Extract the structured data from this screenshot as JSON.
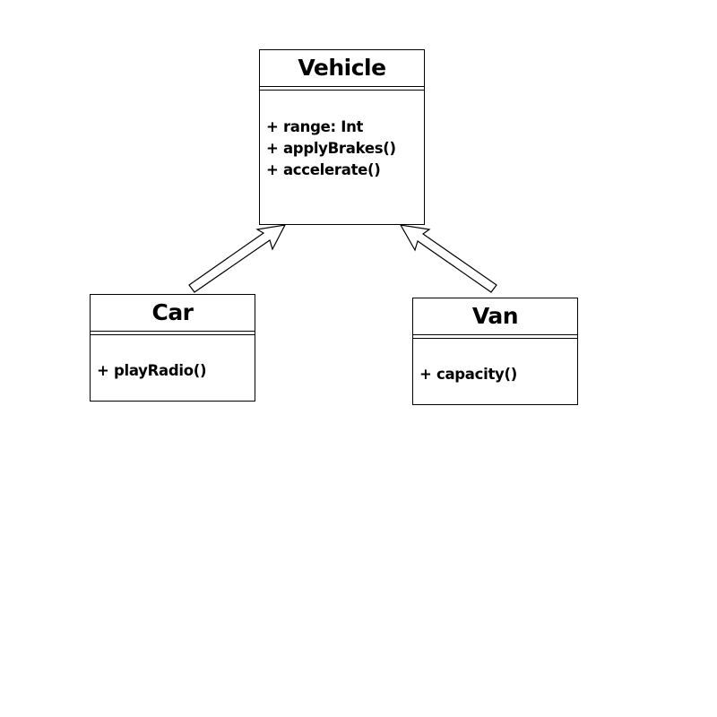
{
  "diagram": {
    "type": "uml-class-diagram",
    "line_color": "#000000",
    "background_color": "#ffffff",
    "classes": [
      {
        "id": "vehicle",
        "name": "Vehicle",
        "members": [
          "+ range: Int",
          "+ applyBrakes()",
          "+ accelerate()"
        ]
      },
      {
        "id": "car",
        "name": "Car",
        "members": [
          "+ playRadio()"
        ]
      },
      {
        "id": "van",
        "name": "Van",
        "members": [
          "+ capacity()"
        ]
      }
    ],
    "relationships": [
      {
        "type": "generalization",
        "from": "Car",
        "to": "Vehicle"
      },
      {
        "type": "generalization",
        "from": "Van",
        "to": "Vehicle"
      }
    ]
  }
}
